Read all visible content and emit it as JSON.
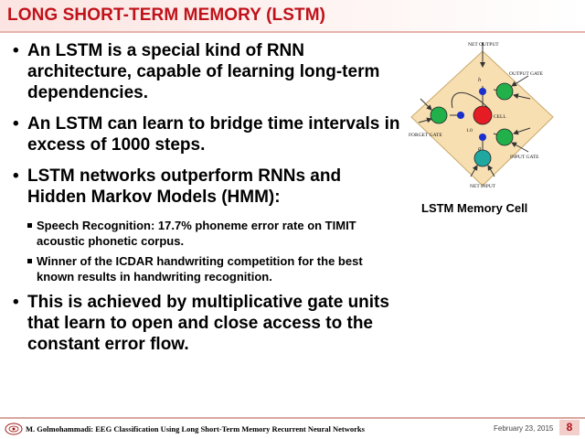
{
  "slide": {
    "title": "LONG SHORT-TERM MEMORY (LSTM)",
    "bullets": [
      {
        "text": "An LSTM is a special kind of RNN architecture, capable of learning long-term dependencies."
      },
      {
        "text": "An LSTM can learn to bridge time intervals in excess of 1000 steps."
      },
      {
        "text": "LSTM networks outperform RNNs and Hidden Markov Models (HMM):"
      },
      {
        "text": "This is achieved by multiplicative gate units that learn to open and close access to the constant error flow."
      }
    ],
    "sub_bullets": [
      {
        "text": "Speech Recognition: 17.7% phoneme error rate on TIMIT acoustic phonetic corpus."
      },
      {
        "text": "Winner of the ICDAR handwriting competition for the best known results in handwriting recognition."
      }
    ]
  },
  "diagram": {
    "labels": {
      "net_output": "NET OUTPUT",
      "output_gate": "OUTPUT GATE",
      "cell": "CELL",
      "forget_gate": "FORGET GATE",
      "input_gate": "INPUT GATE",
      "net_input": "NET INPUT",
      "h": "h",
      "g": "g",
      "weight": "1.0"
    },
    "caption": "LSTM Memory Cell",
    "colors": {
      "diamond": "#f7dfb2",
      "gate": "#22b04a",
      "cell": "#e61c24",
      "input": "#20a7a0",
      "mult": "#1a2fcc"
    }
  },
  "footer": {
    "text": "M. Golmohammadi: EEG Classification Using Long Short-Term Memory Recurrent Neural Networks",
    "date": "February 23, 2015",
    "page": "8"
  }
}
